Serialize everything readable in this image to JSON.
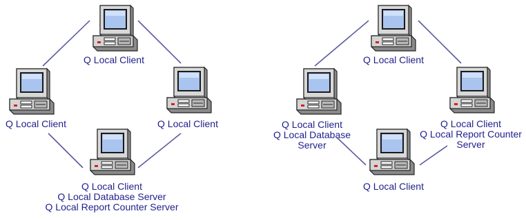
{
  "colors": {
    "link": "#5a5a9e",
    "label_text": "#1e1e8c",
    "monitor_screen": "#a9c4ee",
    "case_body": "#d4d4d4",
    "power_led": "#d82020"
  },
  "icon": "desktop-computer-icon",
  "left_diagram": {
    "top_node": {
      "lines": [
        "Q Local Client"
      ]
    },
    "left_node": {
      "lines": [
        "Q Local Client"
      ]
    },
    "right_node": {
      "lines": [
        "Q Local Client"
      ]
    },
    "bottom_node": {
      "lines": [
        "Q Local Client",
        "Q Local Database Server",
        "Q Local Report Counter Server"
      ]
    }
  },
  "right_diagram": {
    "top_node": {
      "lines": [
        "Q Local Client"
      ]
    },
    "left_node": {
      "lines": [
        "Q Local Client",
        "Q Local Database",
        "Server"
      ]
    },
    "right_node": {
      "lines": [
        "Q Local Client",
        "Q Local Report Counter",
        "Server"
      ]
    },
    "bottom_node": {
      "lines": [
        "Q Local Client"
      ]
    }
  }
}
